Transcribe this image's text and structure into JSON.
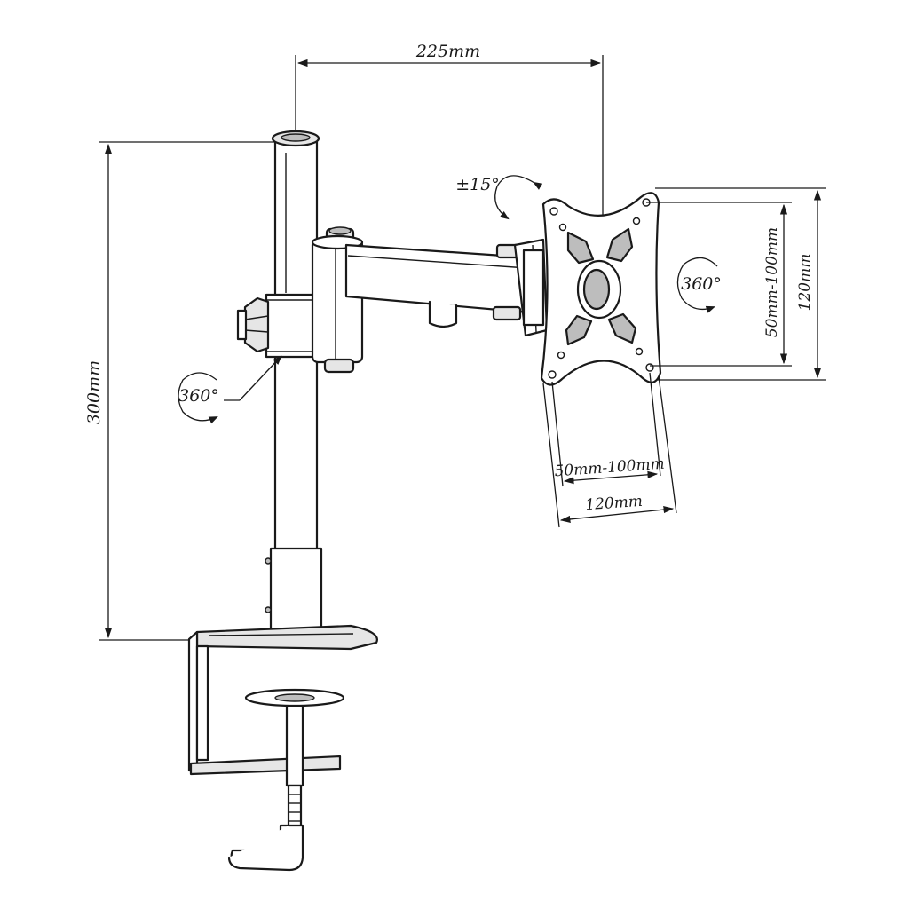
{
  "dimensions": {
    "arm_reach": "225mm",
    "pole_height": "300mm",
    "vesa_range_vertical": "50mm-100mm",
    "vesa_max_vertical": "120mm",
    "vesa_range_horizontal": "50mm-100mm",
    "vesa_max_horizontal": "120mm"
  },
  "rotations": {
    "tilt": "±15°",
    "plate_rotation": "360°",
    "pole_rotation": "360°"
  }
}
